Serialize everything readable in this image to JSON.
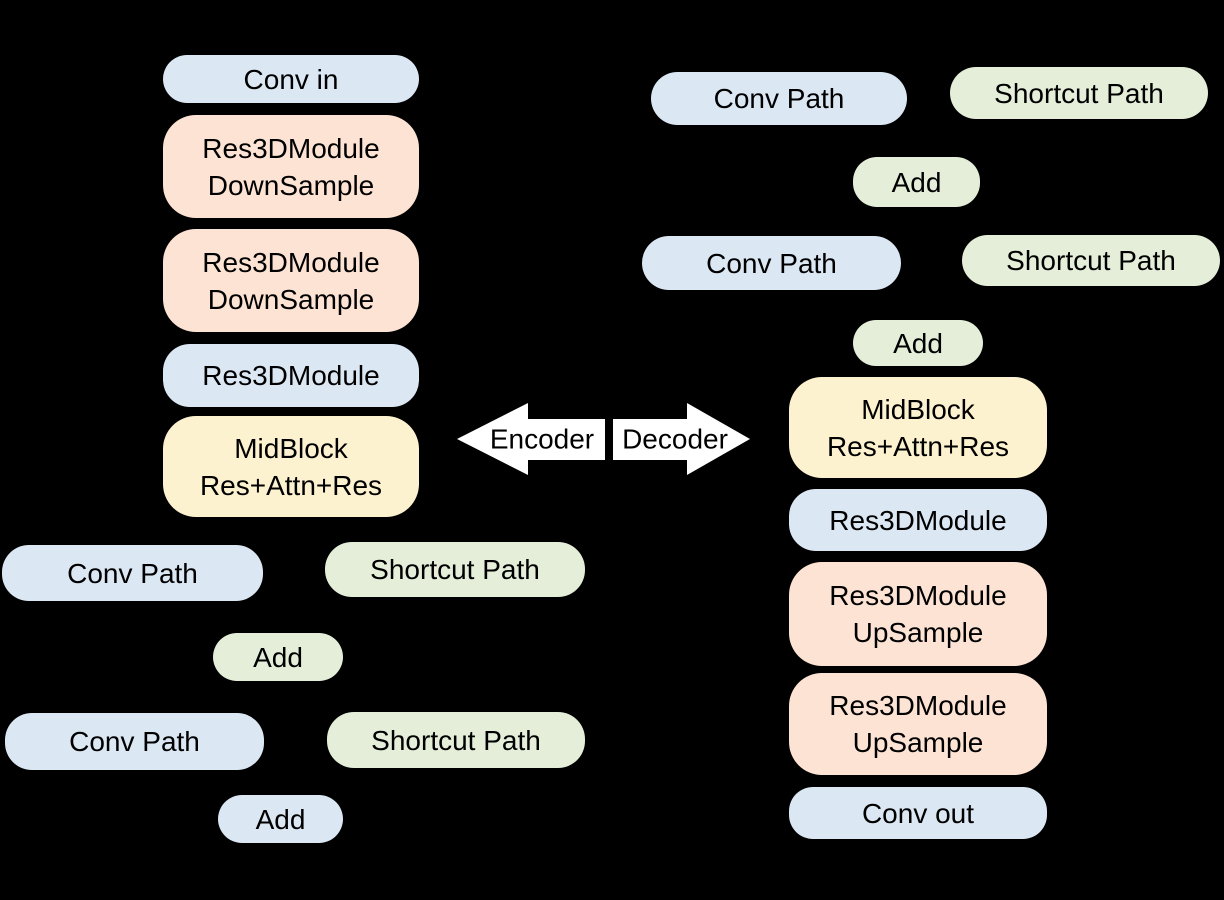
{
  "colors": {
    "blue": "#dbe7f3",
    "peach": "#fce3d3",
    "yellow": "#fdf2cf",
    "green": "#e4eed9",
    "arrow_fill": "#ffffff",
    "background": "#000000",
    "text": "#000000"
  },
  "encoder": {
    "conv_in": "Conv in",
    "down1": {
      "l1": "Res3DModule",
      "l2": "DownSample"
    },
    "down2": {
      "l1": "Res3DModule",
      "l2": "DownSample"
    },
    "res3d": "Res3DModule",
    "mid": {
      "l1": "MidBlock",
      "l2": "Res+Attn+Res"
    }
  },
  "decoder": {
    "mid": {
      "l1": "MidBlock",
      "l2": "Res+Attn+Res"
    },
    "res3d": "Res3DModule",
    "up1": {
      "l1": "Res3DModule",
      "l2": "UpSample"
    },
    "up2": {
      "l1": "Res3DModule",
      "l2": "UpSample"
    },
    "conv_out": "Conv out"
  },
  "legend_left": {
    "conv_path_1": "Conv Path",
    "shortcut_1": "Shortcut Path",
    "add_1": "Add",
    "conv_path_2": "Conv Path",
    "shortcut_2": "Shortcut Path",
    "add_2": "Add"
  },
  "legend_right": {
    "conv_path_1": "Conv Path",
    "shortcut_1": "Shortcut Path",
    "add_1": "Add",
    "conv_path_2": "Conv Path",
    "shortcut_2": "Shortcut Path",
    "add_2": "Add"
  },
  "arrows": {
    "encoder_label": "Encoder",
    "decoder_label": "Decoder"
  }
}
